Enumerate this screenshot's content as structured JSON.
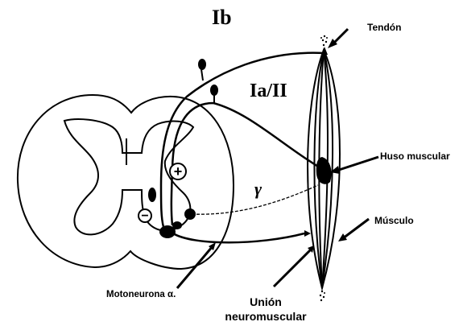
{
  "labels": {
    "ib": "Ib",
    "ia_ii": "Ia/II",
    "gamma": "γ",
    "tendon": "Tendón",
    "huso": "Huso muscular",
    "musculo": "Músculo",
    "motoneurona": "Motoneurona α.",
    "union_line1": "Unión",
    "union_line2": "neuromuscular",
    "plus_sign": "+",
    "minus_sign": "−"
  }
}
